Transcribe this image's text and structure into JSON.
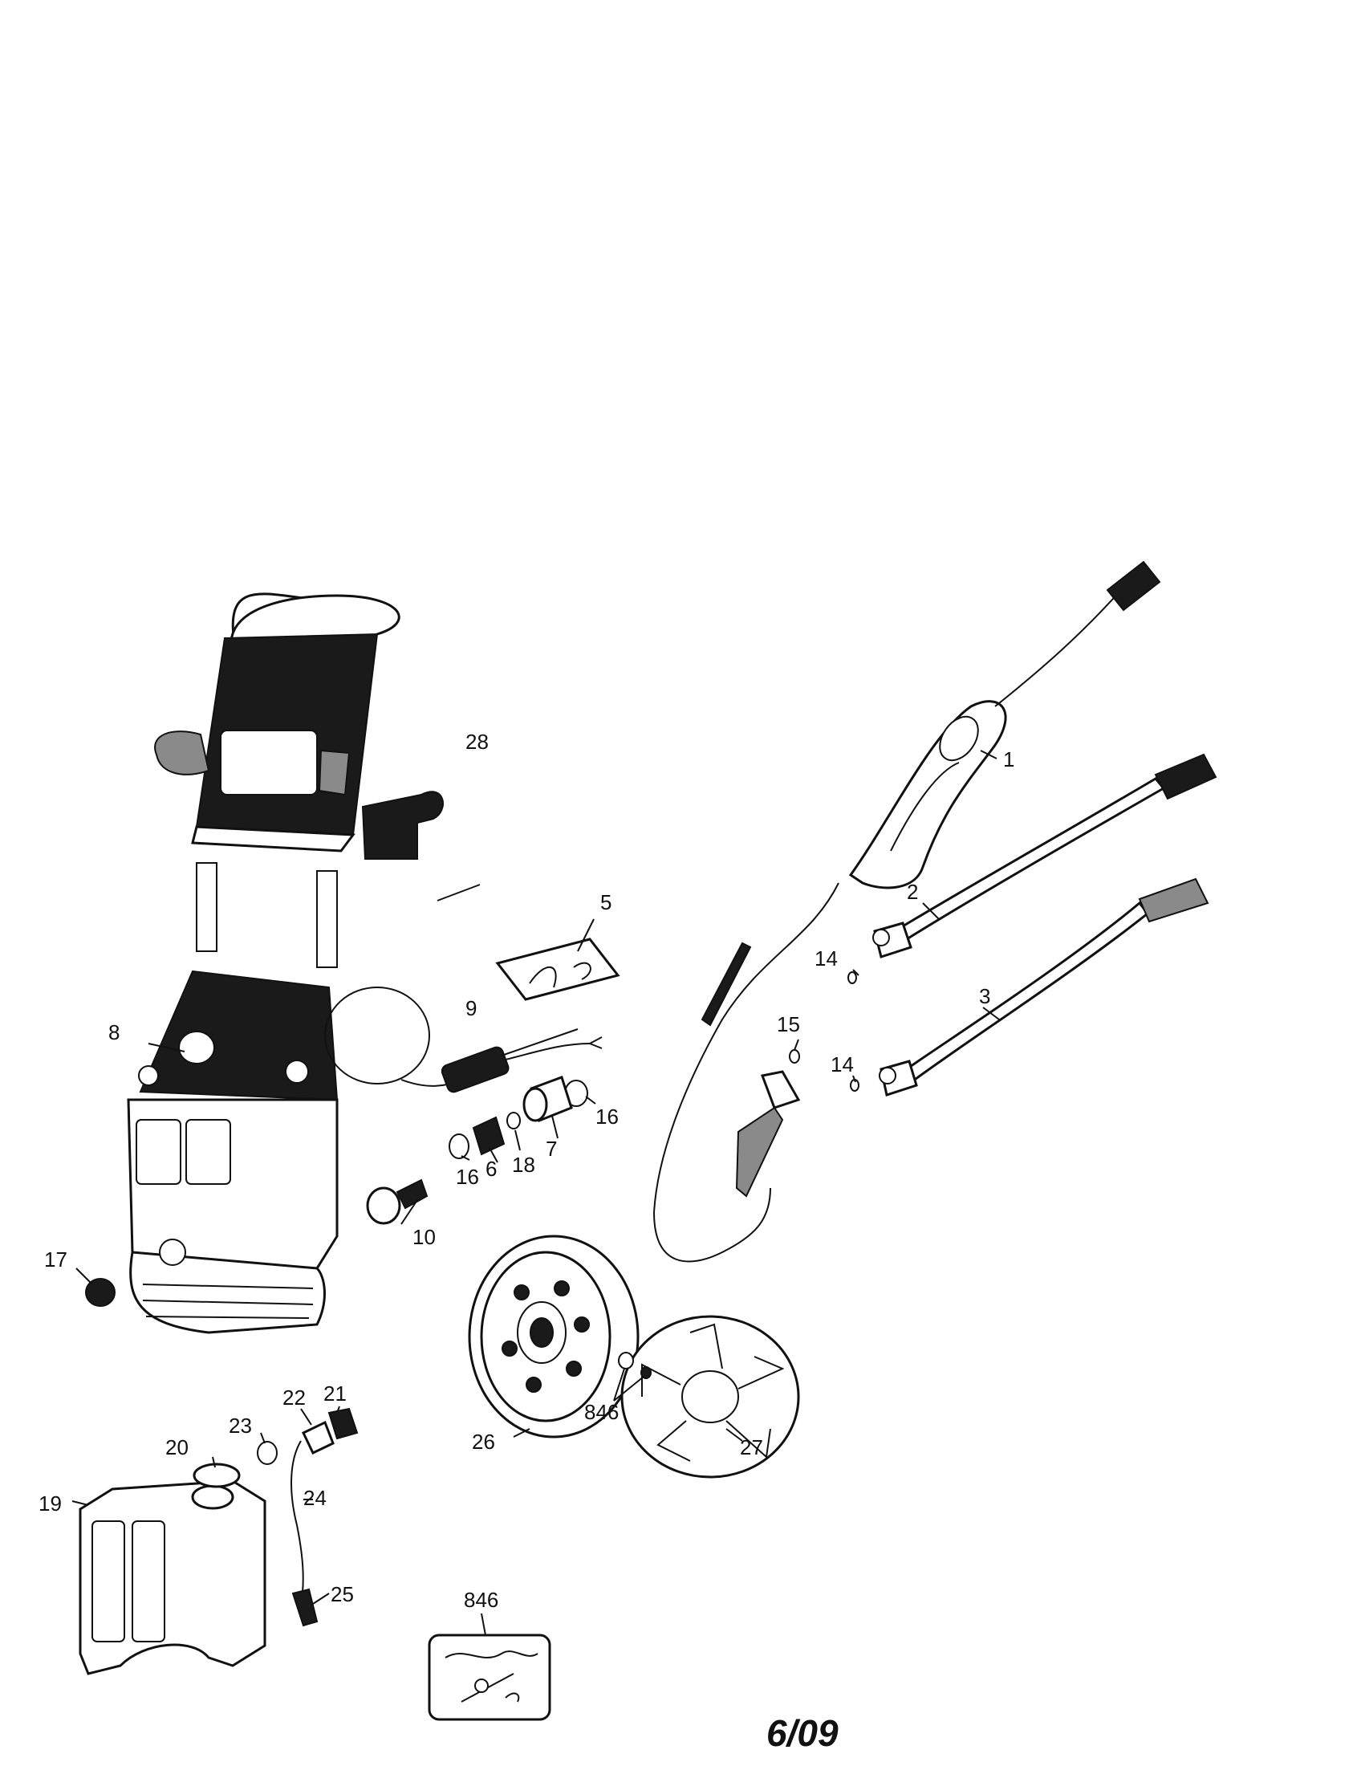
{
  "labels": {
    "p1": "1",
    "p2": "2",
    "p3": "3",
    "p5": "5",
    "p6": "6",
    "p7": "7",
    "p8": "8",
    "p9": "9",
    "p10": "10",
    "p14a": "14",
    "p14b": "14",
    "p15": "15",
    "p16a": "16",
    "p16b": "16",
    "p17": "17",
    "p18": "18",
    "p19": "19",
    "p20": "20",
    "p21": "21",
    "p22": "22",
    "p23": "23",
    "p24": "24",
    "p25": "25",
    "p26": "26",
    "p27": "27",
    "p28": "28",
    "p846a": "846",
    "p846b": "846"
  },
  "footer": {
    "date": "6/09"
  }
}
